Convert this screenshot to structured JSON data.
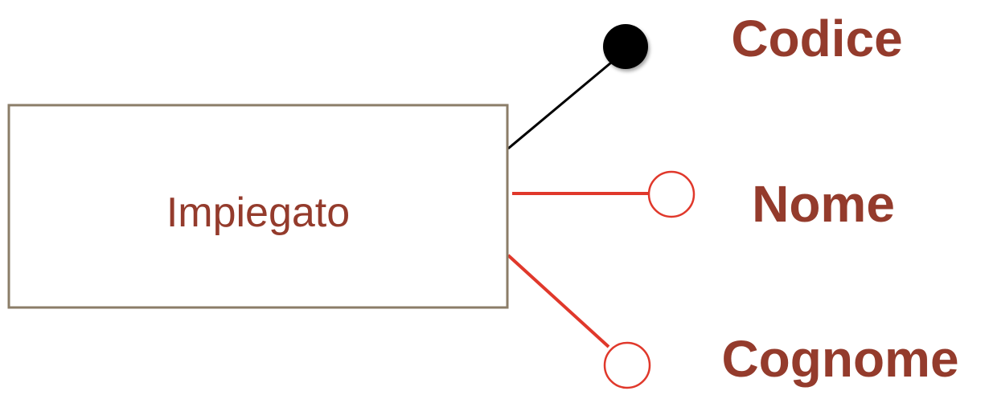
{
  "entity": {
    "name": "Impiegato"
  },
  "attributes": [
    {
      "name": "Codice",
      "identifier": true
    },
    {
      "name": "Nome",
      "identifier": false
    },
    {
      "name": "Cognome",
      "identifier": false
    }
  ],
  "colors": {
    "text": "#943b2c",
    "entity_border": "#8b7d68",
    "identifier_line": "#000000",
    "identifier_dot": "#000000",
    "attribute_line": "#e0382b",
    "attribute_circle": "#e0382b",
    "background": "#ffffff"
  }
}
